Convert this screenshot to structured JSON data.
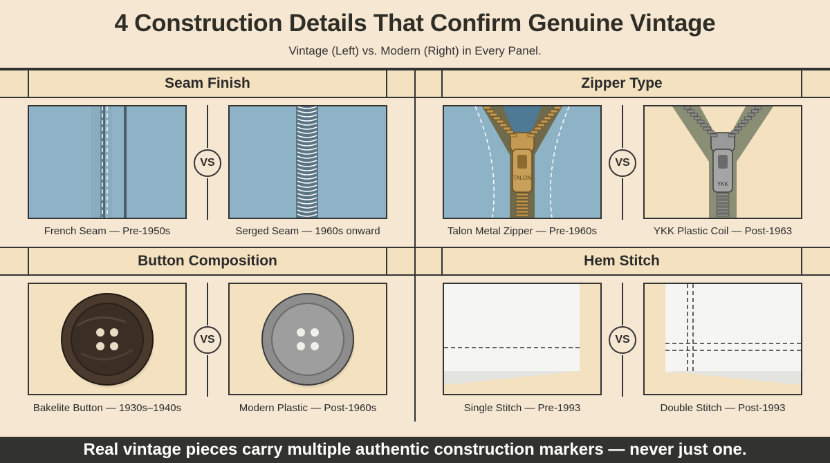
{
  "title": "4 Construction Details That Confirm Genuine Vintage",
  "subtitle": "Vintage (Left) vs. Modern (Right) in Every Panel.",
  "vs_label": "VS",
  "sections": {
    "seam": {
      "heading": "Seam Finish",
      "left_caption": "French Seam — Pre-1950s",
      "right_caption": "Serged Seam — 1960s onward"
    },
    "zipper": {
      "heading": "Zipper Type",
      "left_caption": "Talon Metal Zipper — Pre-1960s",
      "right_caption": "YKK Plastic Coil — Post-1963",
      "left_pull_text": "TALON",
      "right_pull_text": "YKK"
    },
    "button": {
      "heading": "Button Composition",
      "left_caption": "Bakelite Button — 1930s–1940s",
      "right_caption": "Modern Plastic — Post-1960s"
    },
    "hem": {
      "heading": "Hem Stitch",
      "left_caption": "Single Stitch — Pre-1993",
      "right_caption": "Double Stitch — Post-1993"
    }
  },
  "footer": "Real vintage pieces carry multiple authentic construction markers — never just one.",
  "colors": {
    "background": "#f6e7d3",
    "band": "#f3e1bf",
    "denim": "#8fb3c6",
    "zipper_tape_vintage": "#6f6a4c",
    "zipper_tape_modern": "#8a8e74",
    "brass": "#c49a52",
    "bakelite": "#4a3a2e",
    "plastic": "#8d8d8d",
    "footer_bg": "#323230"
  }
}
